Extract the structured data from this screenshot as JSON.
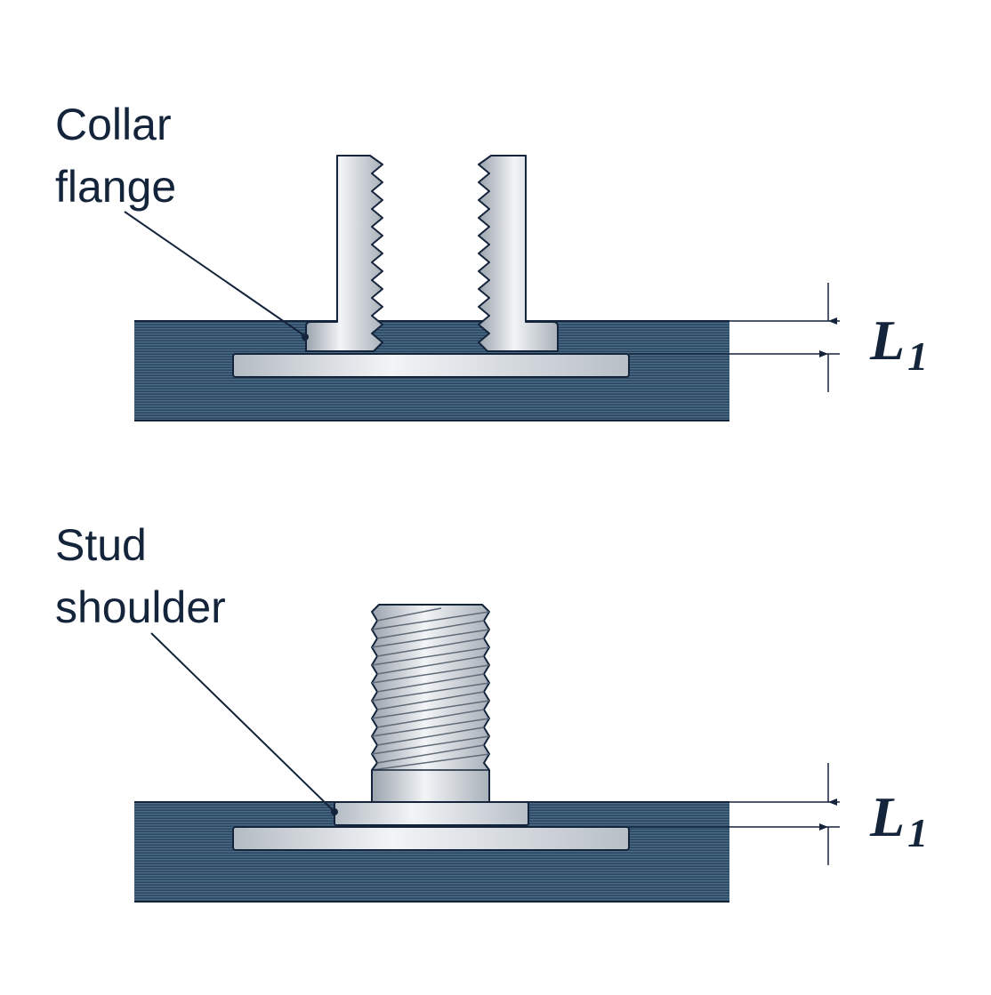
{
  "diagram": {
    "top_panel": {
      "callout": {
        "line1": "Collar",
        "line2": "flange"
      },
      "dimension": {
        "symbol": "L",
        "subscript": "1"
      }
    },
    "bottom_panel": {
      "callout": {
        "line1": "Stud",
        "line2": "shoulder"
      },
      "dimension": {
        "symbol": "L",
        "subscript": "1"
      }
    },
    "colors": {
      "base_material": "#2e4e6a",
      "metal_light": "#eef0f3",
      "metal_dark": "#9aa3ad",
      "outline": "#14243a",
      "text": "#14243a"
    }
  }
}
